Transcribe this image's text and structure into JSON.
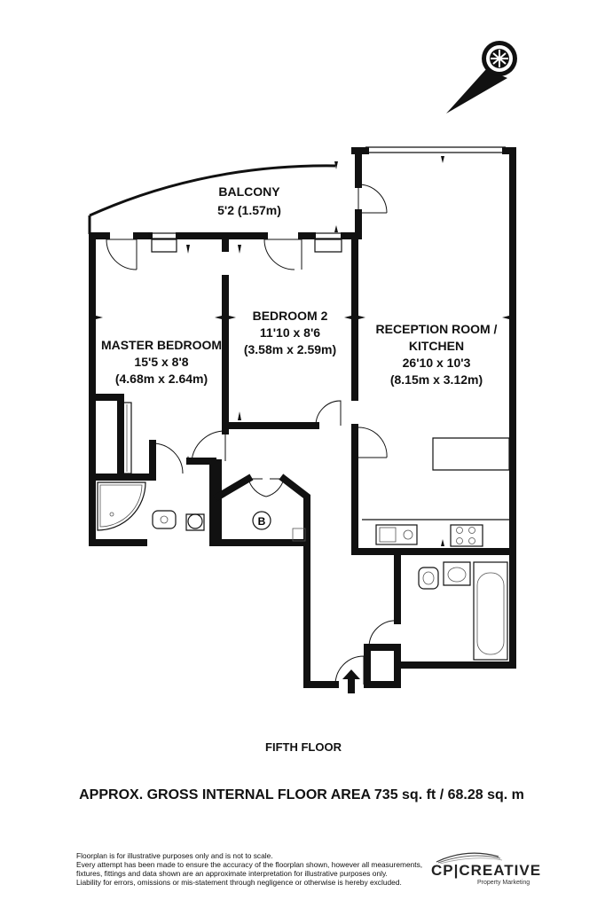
{
  "rooms": {
    "balcony": {
      "name": "BALCONY",
      "dim_imperial": "5'2 (1.57m)"
    },
    "master_bedroom": {
      "name": "MASTER BEDROOM",
      "dim_imperial": "15'5 x 8'8",
      "dim_metric": "(4.68m x 2.64m)"
    },
    "bedroom_2": {
      "name": "BEDROOM 2",
      "dim_imperial": "11'10 x 8'6",
      "dim_metric": "(3.58m x 2.59m)"
    },
    "reception": {
      "name_line1": "RECEPTION ROOM /",
      "name_line2": "KITCHEN",
      "dim_imperial": "26'10 x 10'3",
      "dim_metric": "(8.15m x 3.12m)"
    },
    "boiler": {
      "symbol": "B"
    }
  },
  "floor_label": "FIFTH FLOOR",
  "area_text": "APPROX. GROSS INTERNAL FLOOR AREA 735 sq. ft / 68.28 sq. m",
  "disclaimer": [
    "Floorplan is for illustrative purposes only and is not to scale.",
    "Every attempt has been made to ensure the accuracy of the floorplan shown, however all measurements,",
    "fixtures, fittings and data shown are an approximate interpretation for illustrative purposes only.",
    "Liability for errors, omissions or mis-statement through negligence or otherwise is hereby excluded."
  ],
  "logo": {
    "name": "CP|CREATIVE",
    "tagline": "Property Marketing"
  },
  "icons": {
    "compass": "compass-icon",
    "entrance": "entrance-arrow-icon"
  },
  "colors": {
    "wall": "#111111",
    "background": "#ffffff"
  }
}
